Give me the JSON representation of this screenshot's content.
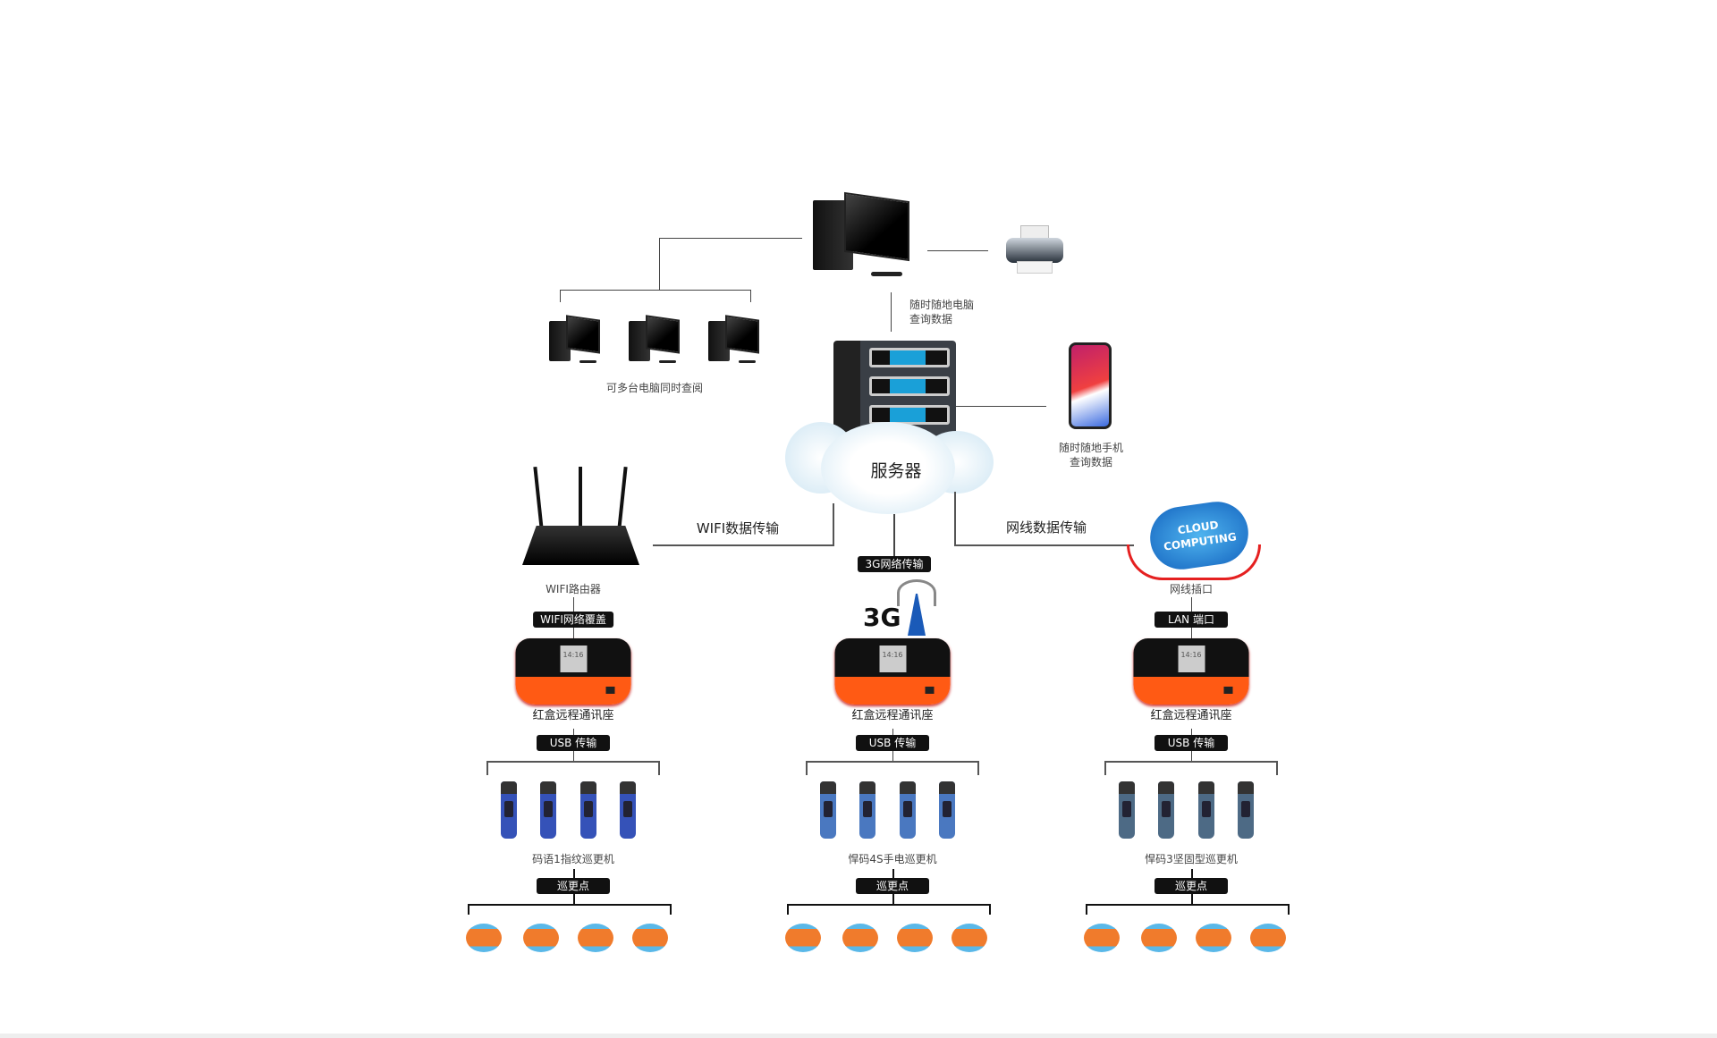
{
  "top": {
    "multi_pc_label": "可多台电脑同时查阅",
    "pc_query_label_1": "随时随地电脑",
    "pc_query_label_2": "查询数据",
    "phone_query_label_1": "随时随地手机",
    "phone_query_label_2": "查询数据",
    "server_label": "服务器",
    "wifi_transfer": "WIFI数据传输",
    "lan_transfer": "网线数据传输",
    "g3_transfer": "3G网络传输",
    "cloud_text_1": "CLOUD",
    "cloud_text_2": "COMPUTING",
    "g3_text": "3G"
  },
  "columns": [
    {
      "source_label": "WIFI路由器",
      "link_badge": "WIFI网络覆盖",
      "base_label": "红盒远程通讯座",
      "usb_badge": "USB 传输",
      "device_label": "码语1指纹巡更机",
      "point_badge": "巡更点",
      "device_color": "#3552b8",
      "screen_time": "14:16"
    },
    {
      "source_label": "",
      "link_badge": "",
      "base_label": "红盒远程通讯座",
      "usb_badge": "USB 传输",
      "device_label": "悍码4S手电巡更机",
      "point_badge": "巡更点",
      "device_color": "#4a78c0",
      "screen_time": "14:16"
    },
    {
      "source_label": "网线插口",
      "link_badge": "LAN 端口",
      "base_label": "红盒远程通讯座",
      "usb_badge": "USB 传输",
      "device_label": "悍码3坚固型巡更机",
      "point_badge": "巡更点",
      "device_color": "#4d6a85",
      "screen_time": "14:16"
    }
  ],
  "colors": {
    "red_box": "#ff5a14",
    "tag_orange": "#f07b2c",
    "tag_blue": "#5ab8e8",
    "cloud": "#cfe6f3"
  }
}
